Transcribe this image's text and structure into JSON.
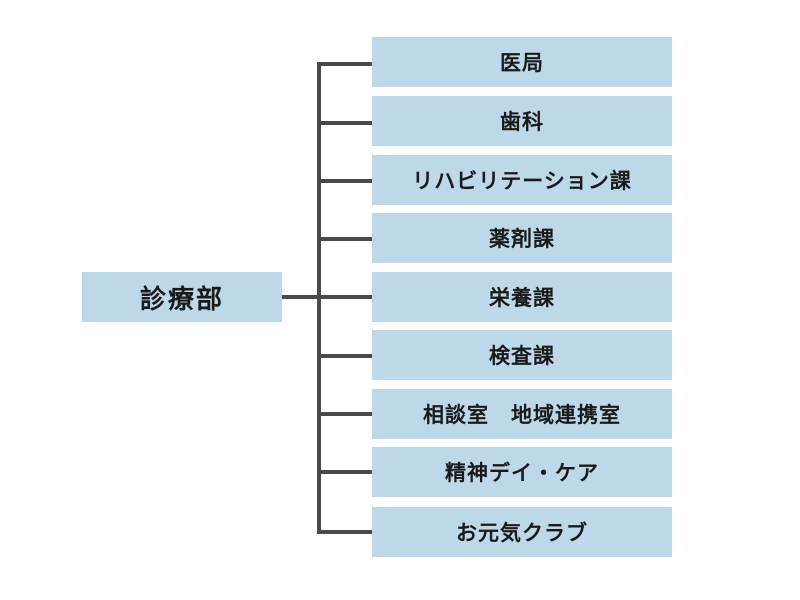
{
  "root": {
    "label": "診療部"
  },
  "children": [
    {
      "label": "医局"
    },
    {
      "label": "歯科"
    },
    {
      "label": "リハビリテーション課"
    },
    {
      "label": "薬剤課"
    },
    {
      "label": "栄養課"
    },
    {
      "label": "検査課"
    },
    {
      "label": "相談室　地域連携室"
    },
    {
      "label": "精神デイ・ケア"
    },
    {
      "label": "お元気クラブ"
    }
  ],
  "colors": {
    "box_fill": "#bdd8e9",
    "connector": "#4a4a4a",
    "text": "#1a1a1a"
  }
}
